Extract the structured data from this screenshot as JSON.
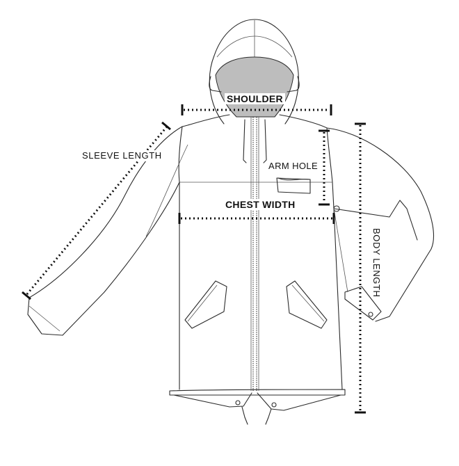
{
  "labels": {
    "shoulder": "SHOULDER",
    "sleeve_length": "SLEEVE LENGTH",
    "arm_hole": "ARM HOLE",
    "chest_width": "CHEST WIDTH",
    "body_length": "BODY LENGTH"
  },
  "colors": {
    "outline": "#2a2a2a",
    "measure_line": "#111111",
    "hood_lining": "#bdbdbd",
    "background": "#ffffff"
  }
}
